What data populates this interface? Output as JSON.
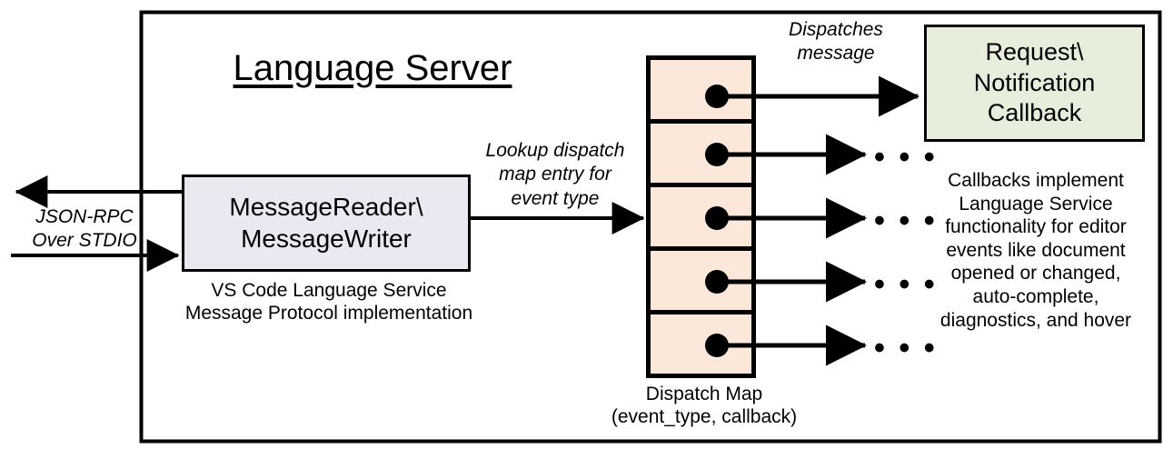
{
  "diagram": {
    "title": "Language Server",
    "outer_border_color": "#000000",
    "background": "#ffffff"
  },
  "boxes": {
    "message_reader": {
      "label": "MessageReader\\\nMessageWriter",
      "caption": "VS Code Language Service\nMessage Protocol implementation",
      "fill": "#ebe8f2"
    },
    "dispatch_map": {
      "caption": "Dispatch Map\n(event_type, callback)",
      "fill": "#fce8da",
      "row_count": 5
    },
    "callback": {
      "label": "Request\\\nNotification\nCallback",
      "fill": "#e7eedc",
      "description": "Callbacks implement\nLanguage Service\nfunctionality for editor\nevents like document\nopened or changed,\nauto-complete,\ndiagnostics, and hover"
    }
  },
  "edge_labels": {
    "jsonrpc": "JSON-RPC\nOver STDIO",
    "lookup": "Lookup dispatch\nmap entry for\nevent type",
    "dispatches": "Dispatches\nmessage"
  },
  "ellipses": {
    "glyph": "• • •",
    "count": 4
  }
}
